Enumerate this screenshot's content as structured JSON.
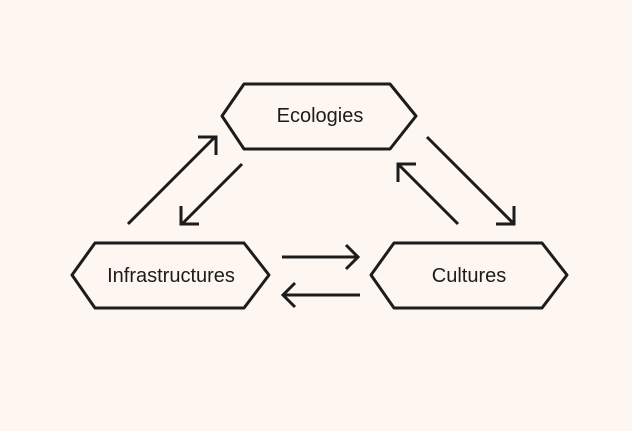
{
  "diagram": {
    "type": "cycle",
    "nodes": {
      "ecologies": "Ecologies",
      "infrastructures": "Infrastructures",
      "cultures": "Cultures"
    },
    "connections": [
      {
        "from": "Infrastructures",
        "to": "Ecologies"
      },
      {
        "from": "Ecologies",
        "to": "Infrastructures"
      },
      {
        "from": "Ecologies",
        "to": "Cultures"
      },
      {
        "from": "Cultures",
        "to": "Ecologies"
      },
      {
        "from": "Infrastructures",
        "to": "Cultures"
      },
      {
        "from": "Cultures",
        "to": "Infrastructures"
      }
    ],
    "colors": {
      "background": "#fdf6f1",
      "stroke": "#1c1c1c",
      "text": "#1c1c1c"
    }
  }
}
